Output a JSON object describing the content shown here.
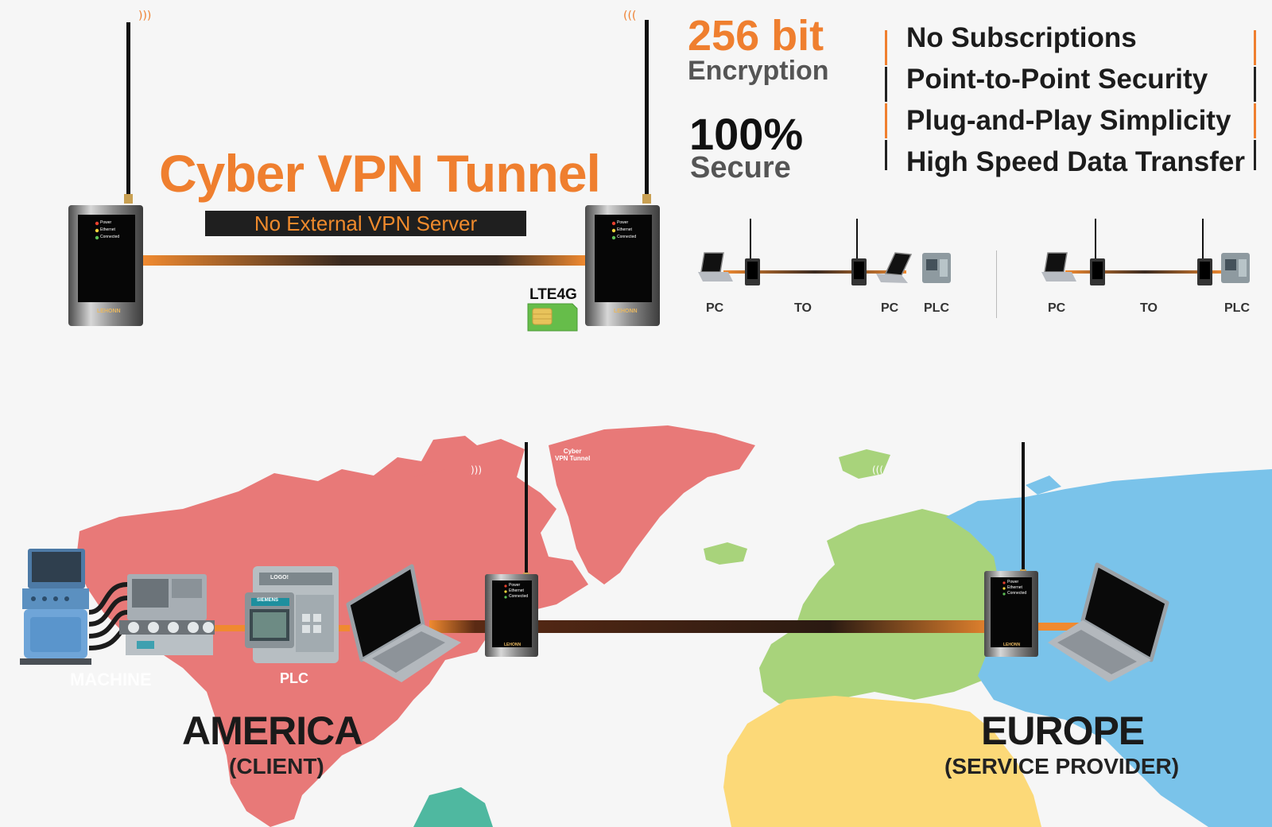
{
  "header": {
    "title": "Cyber VPN Tunnel",
    "subtitle": "No External VPN Server",
    "sim_label": "LTE4G"
  },
  "stats": {
    "encryption_value": "256 bit",
    "encryption_label": "Encryption",
    "secure_value": "100%",
    "secure_label": "Secure"
  },
  "features": [
    "No Subscriptions",
    "Point-to-Point Security",
    "Plug-and-Play Simplicity",
    "High Speed Data Transfer"
  ],
  "small_diagrams": {
    "left": {
      "labels": [
        "PC",
        "TO",
        "PC",
        "PLC"
      ]
    },
    "right": {
      "labels": [
        "PC",
        "TO",
        "PLC"
      ]
    }
  },
  "device": {
    "brand": "LEHONN",
    "leds": [
      "Power",
      "Ethernet",
      "Connected"
    ]
  },
  "map": {
    "america_title": "AMERICA",
    "america_sub": "(CLIENT)",
    "europe_title": "EUROPE",
    "europe_sub": "(SERVICE PROVIDER)",
    "machine_label": "MACHINE",
    "plc_label": "PLC",
    "tunnel_caption_1": "Cyber",
    "tunnel_caption_2": "VPN Tunnel",
    "plc_brand": "SIEMENS",
    "plc_model": "LOGO!"
  },
  "colors": {
    "accent": "#ef7f2f",
    "america": "#e87978",
    "europe": "#a8d37b",
    "asia": "#7ac3ea",
    "africa": "#fcd978",
    "dark": "#1f1f1f"
  }
}
